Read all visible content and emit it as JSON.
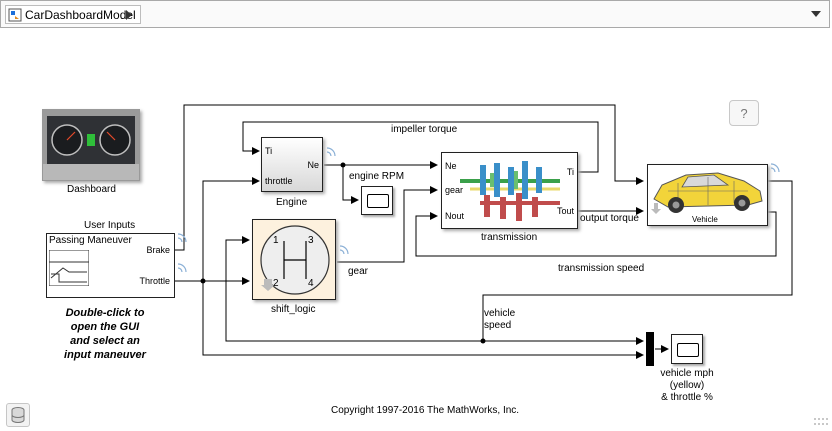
{
  "toolbar": {
    "model_name": "CarDashboardModel"
  },
  "help": {
    "label": "?"
  },
  "blocks": {
    "dashboard": "Dashboard",
    "user_inputs": "User Inputs",
    "passing_maneuver": "Passing Maneuver",
    "brake": "Brake",
    "throttle_out": "Throttle",
    "engine": "Engine",
    "engine_ti": "Ti",
    "engine_ne": "Ne",
    "engine_throttle": "throttle",
    "shift_logic": "shift_logic",
    "shift_1": "1",
    "shift_2": "2",
    "shift_3": "3",
    "shift_4": "4",
    "transmission": "transmission",
    "trans_ne": "Ne",
    "trans_gear": "gear",
    "trans_nout": "Nout",
    "trans_ti": "Ti",
    "trans_tout": "Tout",
    "vehicle": "Vehicle",
    "vehicle_mph": "vehicle mph\n(yellow)\n& throttle %"
  },
  "signals": {
    "impeller_torque": "impeller torque",
    "engine_rpm": "engine RPM",
    "gear": "gear",
    "output_torque": "output torque",
    "transmission_speed": "transmission speed",
    "vehicle_speed": "vehicle\nspeed"
  },
  "annotation": {
    "instructions": "Double-click to\nopen the GUI\nand select an\ninput maneuver",
    "copyright": "Copyright 1997-2016 The MathWorks, Inc."
  }
}
